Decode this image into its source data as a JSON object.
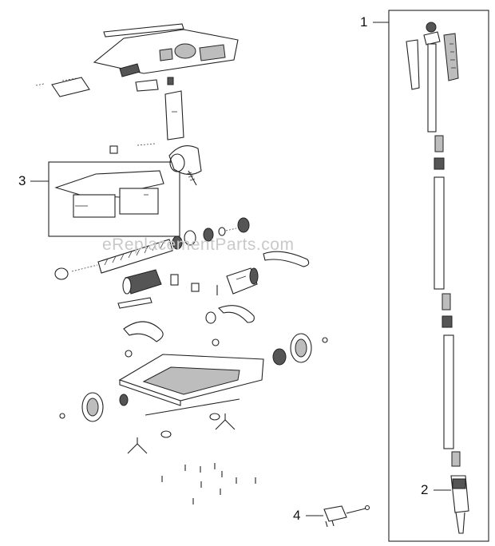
{
  "diagram": {
    "callouts": [
      {
        "id": "1",
        "label": "1"
      },
      {
        "id": "2",
        "label": "2"
      },
      {
        "id": "3",
        "label": "3"
      },
      {
        "id": "4",
        "label": "4"
      }
    ],
    "watermark": "eReplacementParts.com",
    "colors": {
      "line": "#222222",
      "fill": "#ffffff",
      "shade": "#555555",
      "watermark": "#c9c9c9"
    }
  }
}
